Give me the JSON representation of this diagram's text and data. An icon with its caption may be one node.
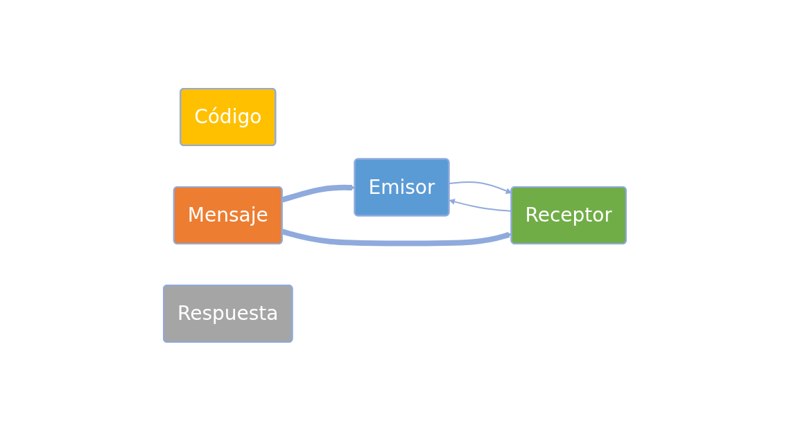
{
  "diagram": {
    "nodes": [
      {
        "text": [
          "Código"
        ]
      },
      {
        "text": [
          "Emisor"
        ]
      },
      {
        "text": [
          "Mensaje"
        ]
      },
      {
        "text": [
          "Receptor"
        ]
      },
      {
        "text": [
          "Respuesta"
        ]
      }
    ],
    "edges": [
      {
        "from": 1,
        "to": 3,
        "arrow": "to"
      },
      {
        "from": 3,
        "to": 1,
        "arrow": "to"
      },
      {
        "from": 2,
        "to": 1,
        "arrow": "to",
        "style": "thick"
      },
      {
        "from": 2,
        "to": 3,
        "arrow": "to",
        "style": "thick"
      }
    ]
  }
}
